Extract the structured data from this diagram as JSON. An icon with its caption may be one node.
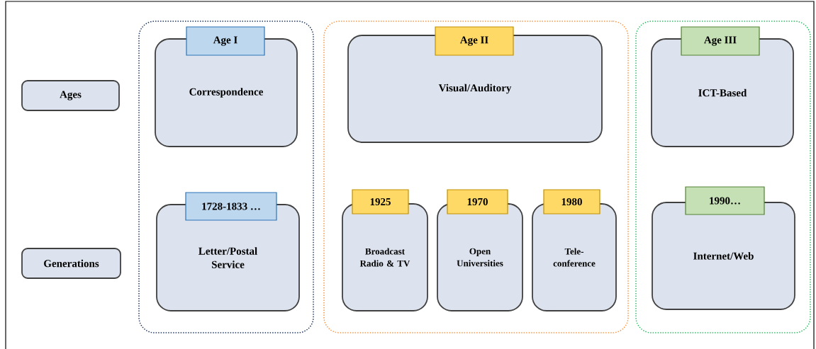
{
  "diagram": {
    "nodes": [
      {
        "text": [
          "Ages"
        ]
      },
      {
        "text": [
          "Generations"
        ]
      },
      {
        "text": [],
        "shape": "box"
      },
      {
        "text": [
          "Age I"
        ],
        "in": 2
      },
      {
        "text": [
          "Correspondence"
        ],
        "in": 2
      },
      {
        "text": [
          "1728-1833 …"
        ],
        "in": 2
      },
      {
        "text": [
          "Letter/Postal Service"
        ],
        "in": 2
      },
      {
        "text": [],
        "shape": "box"
      },
      {
        "text": [
          "Age II"
        ],
        "in": 7
      },
      {
        "text": [
          "Visual/Auditory"
        ],
        "in": 7
      },
      {
        "text": [
          "1925"
        ],
        "in": 7
      },
      {
        "text": [
          "Broadcast Radio & TV"
        ],
        "in": 7
      },
      {
        "text": [
          "1970"
        ],
        "in": 7
      },
      {
        "text": [
          "Open Universities"
        ],
        "in": 7
      },
      {
        "text": [
          "1980"
        ],
        "in": 7
      },
      {
        "text": [
          "Tele-conference"
        ],
        "in": 7
      },
      {
        "text": [],
        "shape": "box"
      },
      {
        "text": [
          "Age III"
        ],
        "in": 16
      },
      {
        "text": [
          "ICT-Based"
        ],
        "in": 16
      },
      {
        "text": [
          "1990…"
        ],
        "in": 16
      },
      {
        "text": [
          "Internet/Web"
        ],
        "in": 16
      }
    ],
    "edges": []
  }
}
